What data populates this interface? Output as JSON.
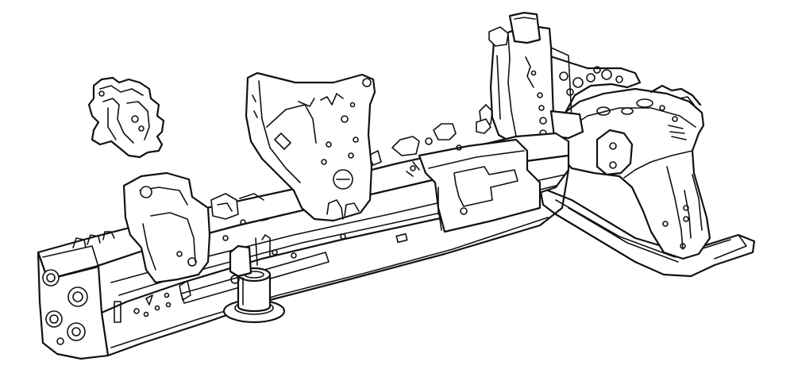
{
  "drawing": {
    "stroke_color": "#111111",
    "background_color": "#ffffff",
    "parts": [
      {
        "id": "frame-assembly",
        "icon": "vehicle-frame-rail-drawing"
      },
      {
        "id": "mount-bracket",
        "icon": "loose-bracket-drawing"
      }
    ]
  }
}
